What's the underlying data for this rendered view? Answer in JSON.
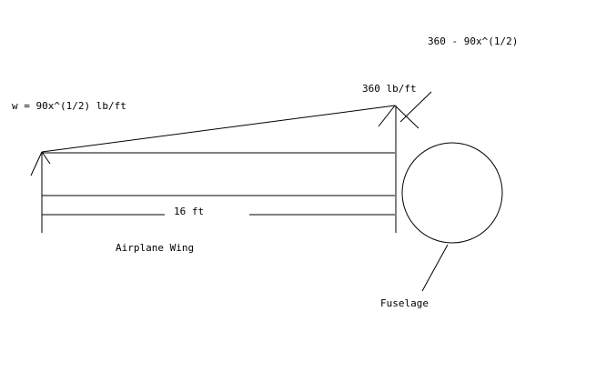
{
  "diagram": {
    "labels": {
      "root_load": "360 - 90x^(1/2)",
      "tip_value": "360 lb/ft",
      "distributed_load": "w = 90x^(1/2) lb/ft",
      "span": "16 ft",
      "wing": "Airplane Wing",
      "fuselage": "Fuselage"
    },
    "colors": {
      "ink": "#000000",
      "background": "#ffffff"
    }
  }
}
